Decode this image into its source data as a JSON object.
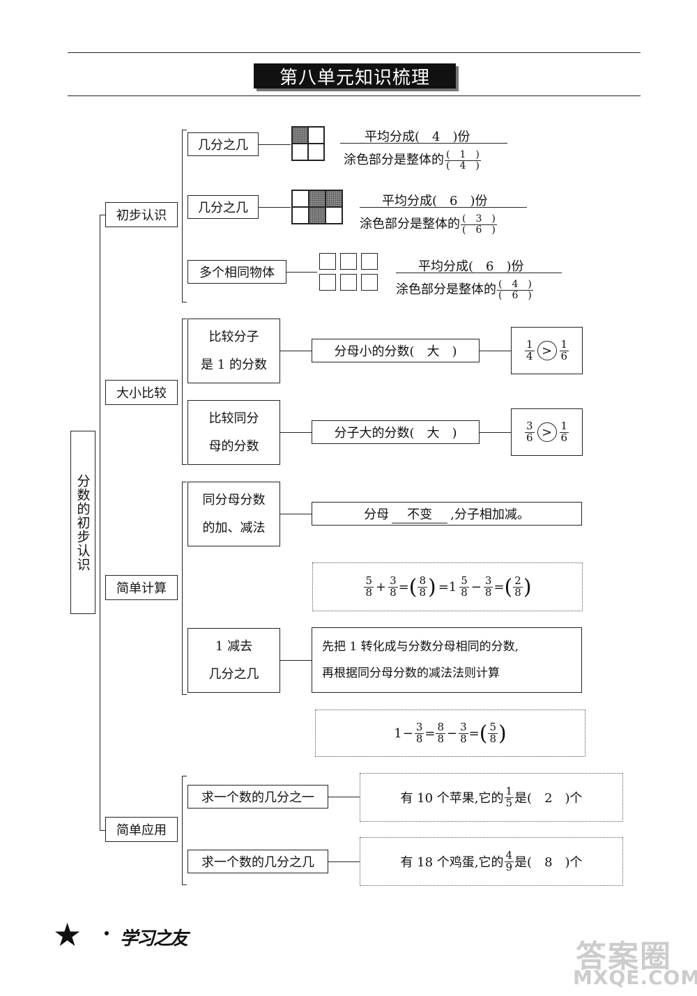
{
  "header": {
    "title": "第八单元知识梳理"
  },
  "root": {
    "label": "分数的初步认识"
  },
  "sections": {
    "s1": {
      "label": "初步认识",
      "r1": {
        "node": "几分之几",
        "line1": "平均分成(　4　)份",
        "line2": "涂色部分是整体的",
        "num": "(　1　)",
        "den": "(　4　)"
      },
      "r2": {
        "node": "几分之几",
        "line1": "平均分成(　6　)份",
        "line2": "涂色部分是整体的",
        "num": "(　3　)",
        "den": "(　6　)"
      },
      "r3": {
        "node": "多个相同物体",
        "line1": "平均分成(　6　)份",
        "line2": "涂色部分是整体的",
        "num": "(　4　)",
        "den": "(　6　)"
      }
    },
    "s2": {
      "label": "大小比较",
      "r1": {
        "node_a": "比较分子",
        "node_b": "是 1 的分数",
        "rule": "分母小的分数(　大　)",
        "left_num": "1",
        "left_den": "4",
        "op": ">",
        "right_num": "1",
        "right_den": "6"
      },
      "r2": {
        "node_a": "比较同分",
        "node_b": "母的分数",
        "rule": "分子大的分数(　大　)",
        "left_num": "3",
        "left_den": "6",
        "op": ">",
        "right_num": "1",
        "right_den": "6"
      }
    },
    "s3": {
      "label": "简单计算",
      "r1": {
        "node_a": "同分母分数",
        "node_b": "的加、减法",
        "rule_pre": "分母",
        "rule_ans": "不变",
        "rule_post": ",分子相加减。"
      },
      "ex1": {
        "a_num": "5",
        "a_den": "8",
        "plus": "+",
        "b_num": "3",
        "b_den": "8",
        "eq1": "=",
        "r_num": "8",
        "r_den": "8",
        "eq2": "=1",
        "c_num": "5",
        "c_den": "8",
        "minus": "−",
        "d_num": "3",
        "d_den": "8",
        "eq3": "=",
        "s_num": "2",
        "s_den": "8"
      },
      "r2": {
        "node_a": "1 减去",
        "node_b": "几分之几",
        "rule_line1": "先把 1 转化成与分数分母相同的分数,",
        "rule_line2": "再根据同分母分数的减法法则计算"
      },
      "ex2": {
        "one": "1",
        "minus1": "−",
        "a_num": "3",
        "a_den": "8",
        "eq1": "=",
        "b_num": "8",
        "b_den": "8",
        "minus2": "−",
        "c_num": "3",
        "c_den": "8",
        "eq2": "=",
        "r_num": "5",
        "r_den": "8"
      }
    },
    "s4": {
      "label": "简单应用",
      "r1": {
        "node": "求一个数的几分之一",
        "pre": "有 10 个苹果,它的",
        "num": "1",
        "den": "5",
        "post": "是(　2　)个"
      },
      "r2": {
        "node": "求一个数的几分之几",
        "pre": "有 18 个鸡蛋,它的",
        "num": "4",
        "den": "9",
        "post": "是(　8　)个"
      }
    }
  },
  "footer": {
    "brand": "学习之友",
    "watermark": "答案圈",
    "watermark_url": "MXQE.COM"
  }
}
